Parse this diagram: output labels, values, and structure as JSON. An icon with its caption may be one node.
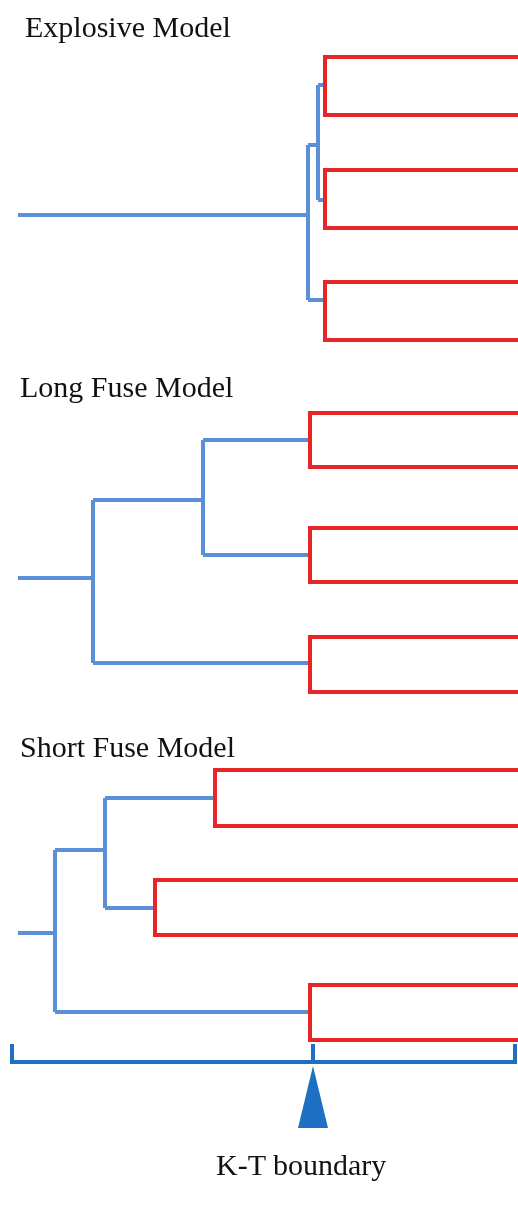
{
  "diagram": {
    "labels": [
      "Explosive Model",
      "Long Fuse Model",
      "Short Fuse Model",
      "K-T boundary"
    ]
  }
}
